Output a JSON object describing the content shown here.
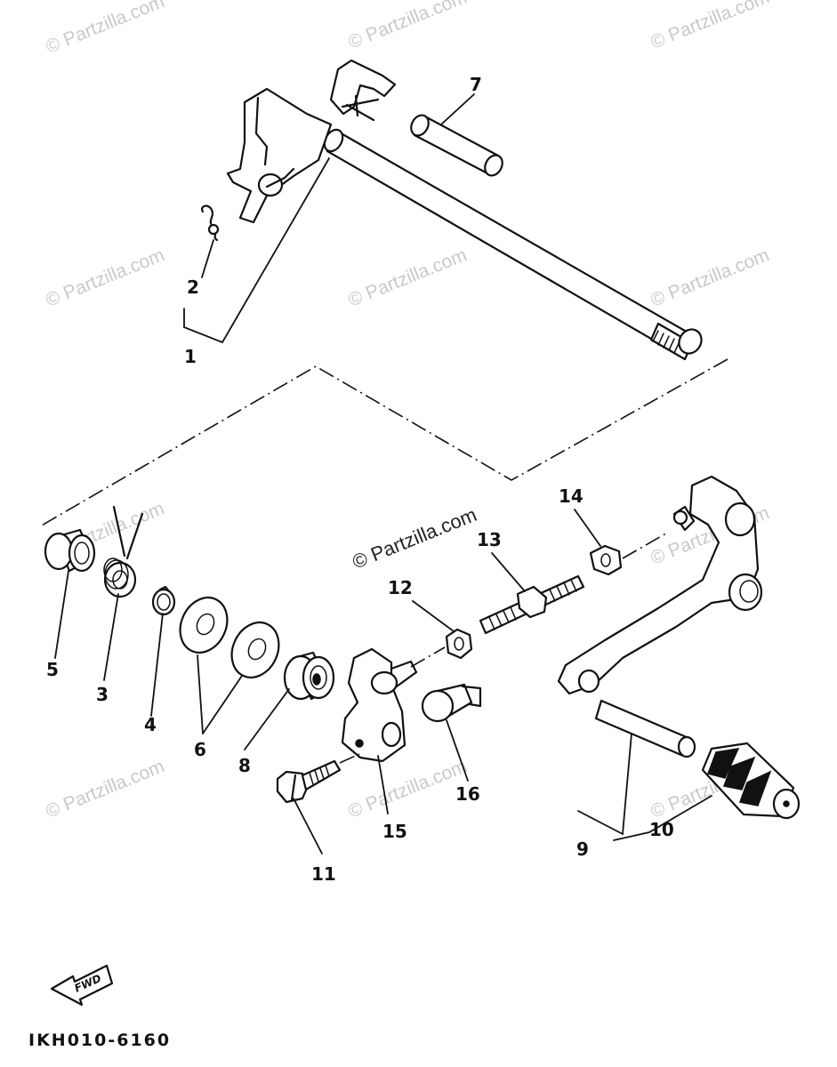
{
  "diagram": {
    "callouts": [
      "1",
      "2",
      "3",
      "4",
      "5",
      "6",
      "7",
      "8",
      "9",
      "10",
      "11",
      "12",
      "13",
      "14",
      "15",
      "16"
    ],
    "drawing_code": "IKH010-6160",
    "fwd_label": "FWD",
    "watermark": "© Partzilla.com"
  }
}
